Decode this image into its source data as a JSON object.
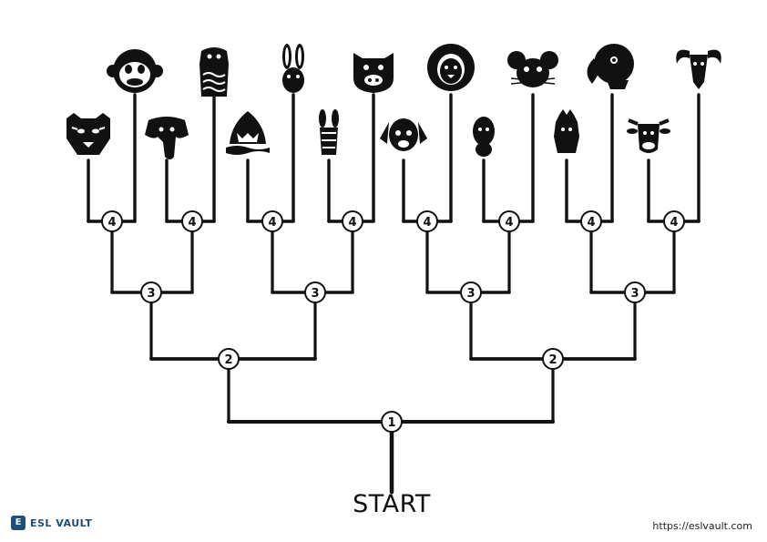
{
  "start_label": "START",
  "logo": {
    "badge": "E",
    "text": "ESL VAULT"
  },
  "website": "https://eslvault.com",
  "colors": {
    "ink": "#111111",
    "node_fill": "#ffffff",
    "brand": "#1e4f7a"
  },
  "nodes": {
    "level1": [
      "1"
    ],
    "level2": [
      "2",
      "2"
    ],
    "level3": [
      "3",
      "3",
      "3",
      "3"
    ],
    "level4": [
      "4",
      "4",
      "4",
      "4",
      "4",
      "4",
      "4",
      "4"
    ]
  },
  "animals": [
    {
      "name": "tiger",
      "icon": "tiger-icon"
    },
    {
      "name": "monkey",
      "icon": "monkey-icon"
    },
    {
      "name": "elephant",
      "icon": "elephant-icon"
    },
    {
      "name": "snake",
      "icon": "snake-icon"
    },
    {
      "name": "shark",
      "icon": "shark-icon"
    },
    {
      "name": "rabbit",
      "icon": "rabbit-icon"
    },
    {
      "name": "zebra",
      "icon": "zebra-icon"
    },
    {
      "name": "pig",
      "icon": "pig-icon"
    },
    {
      "name": "dog",
      "icon": "dog-icon"
    },
    {
      "name": "lion",
      "icon": "lion-icon"
    },
    {
      "name": "duck",
      "icon": "duck-icon"
    },
    {
      "name": "mouse",
      "icon": "mouse-icon"
    },
    {
      "name": "rooster",
      "icon": "rooster-icon"
    },
    {
      "name": "parrot",
      "icon": "parrot-icon"
    },
    {
      "name": "cow",
      "icon": "cow-icon"
    },
    {
      "name": "goat",
      "icon": "goat-icon"
    }
  ]
}
